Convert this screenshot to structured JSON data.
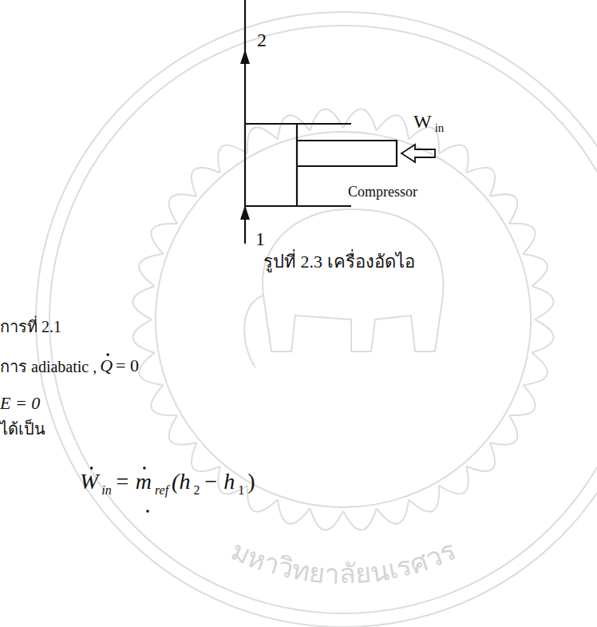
{
  "diagram": {
    "caption": "รูปที่ 2.3 เครื่องอัดไอ",
    "labels": [
      "2",
      "1",
      "W",
      "in",
      "Compressor",
      "การที่ 2.1",
      "การ adiabatic ,",
      "Q",
      "= 0",
      "E = 0",
      "ได้เป็น",
      "W",
      "in",
      "= m",
      "ref",
      "(h",
      "2",
      "− h",
      "1",
      ")",
      "มหาวิทยาลัยนเรศวร"
    ]
  }
}
